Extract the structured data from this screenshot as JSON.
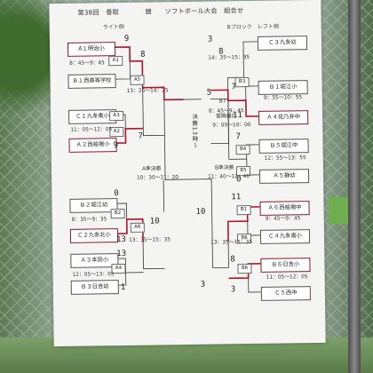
{
  "poster": {
    "title": "第38回　香取　　　　銀　　ソフトボール大会　組合せ",
    "left_block": "ライト側",
    "right_block": "Bブロック　レフト側",
    "final_label": "決勝13時～",
    "left_semi": {
      "name": "A準決勝",
      "time": "10：30～11：20"
    },
    "right_semi": {
      "name": "B準決勝",
      "time": "11：40～12：40"
    },
    "extra_game": {
      "name": "B7",
      "venue": "雲隣鐘日",
      "time": "9：00～10：00"
    }
  },
  "left_teams": [
    {
      "name": "A１明治小",
      "winner": true
    },
    {
      "name": "Ｂ１西高等学校",
      "winner": false
    },
    {
      "name": "Ｃ１九条東小",
      "winner": false
    },
    {
      "name": "Ａ２西船場小",
      "winner": true
    },
    {
      "name": "Ｂ２堀江幼",
      "winner": false
    },
    {
      "name": "Ｃ２九条北小",
      "winner": true
    },
    {
      "name": "Ａ３本田小",
      "winner": false
    },
    {
      "name": "Ｂ３日吉幼",
      "winner": false
    }
  ],
  "right_teams": [
    {
      "name": "Ｃ３九条幼",
      "winner": false
    },
    {
      "name": "Ｂ１堀江小",
      "winner": false
    },
    {
      "name": "Ａ４花乃井中",
      "winner": true
    },
    {
      "name": "Ｂ５堀江中",
      "winner": false
    },
    {
      "name": "Ａ５静幼",
      "winner": false
    },
    {
      "name": "Ａ６西船場中",
      "winner": true
    },
    {
      "name": "Ｃ４九条南小",
      "winner": false
    },
    {
      "name": "Ｂ６日吉小",
      "winner": true
    },
    {
      "name": "Ｃ５西中",
      "winner": false
    }
  ],
  "game_boxes": [
    "A1",
    "A2",
    "A3",
    "A4",
    "A5",
    "A6",
    "B2",
    "B3",
    "B4",
    "B5",
    "B6",
    "B8",
    "B1"
  ],
  "times": [
    "8：45～9：45",
    "13：25～14：25",
    "11：05～12：05",
    "8：35～9：35",
    "13：35～15：35",
    "12：05～13：05",
    "14：35～15：35",
    "9：55～10：55",
    "12：55～13：55",
    "13：35～15：35",
    "11：05～12：05",
    "9：45～9：45",
    "8：45～9：45"
  ],
  "scores_left": [
    "9",
    "8",
    "7",
    "9",
    "0",
    "13",
    "10",
    "13",
    "1"
  ],
  "scores_right": [
    "3",
    "8",
    "5",
    "11",
    "7",
    "0",
    "11",
    "10",
    "8",
    "3",
    "3",
    "7"
  ]
}
